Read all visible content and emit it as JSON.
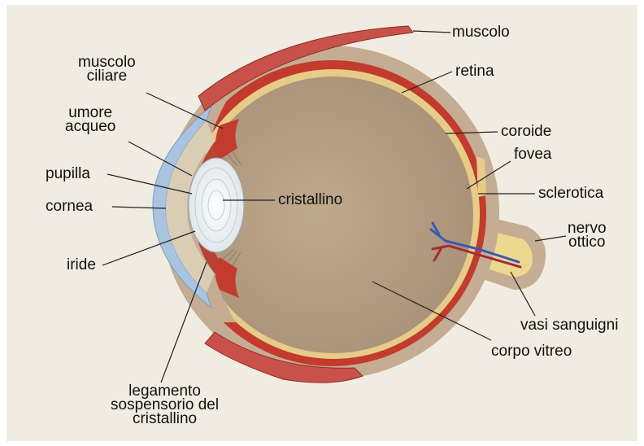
{
  "colors": {
    "background": "#f1ece1",
    "sclera": "#c4ad92",
    "vitreous": "#b59f86",
    "choroid": "#c23b2c",
    "retina": "#e6cc88",
    "cornea": "#a9c4e0",
    "muscle": "#c8524a",
    "lens": "#eef2f4",
    "nerve": "#ecd88f",
    "vessel_blue": "#3a59b0",
    "vessel_red": "#a8283a"
  },
  "labels": {
    "muscolo": "muscolo",
    "retina": "retina",
    "coroide": "coroide",
    "fovea": "fovea",
    "sclerotica": "sclerotica",
    "nervo_ottico": [
      "nervo",
      "ottico"
    ],
    "vasi_sanguigni": "vasi sanguigni",
    "corpo_vitreo": "corpo vitreo",
    "cristallino": "cristallino",
    "muscolo_ciliare": [
      "muscolo",
      "ciliare"
    ],
    "umore_acqueo": [
      "umore",
      "acqueo"
    ],
    "pupilla": "pupilla",
    "cornea": "cornea",
    "iride": "iride",
    "legamento": [
      "legamento",
      "sospensorio del",
      "cristallino"
    ]
  }
}
